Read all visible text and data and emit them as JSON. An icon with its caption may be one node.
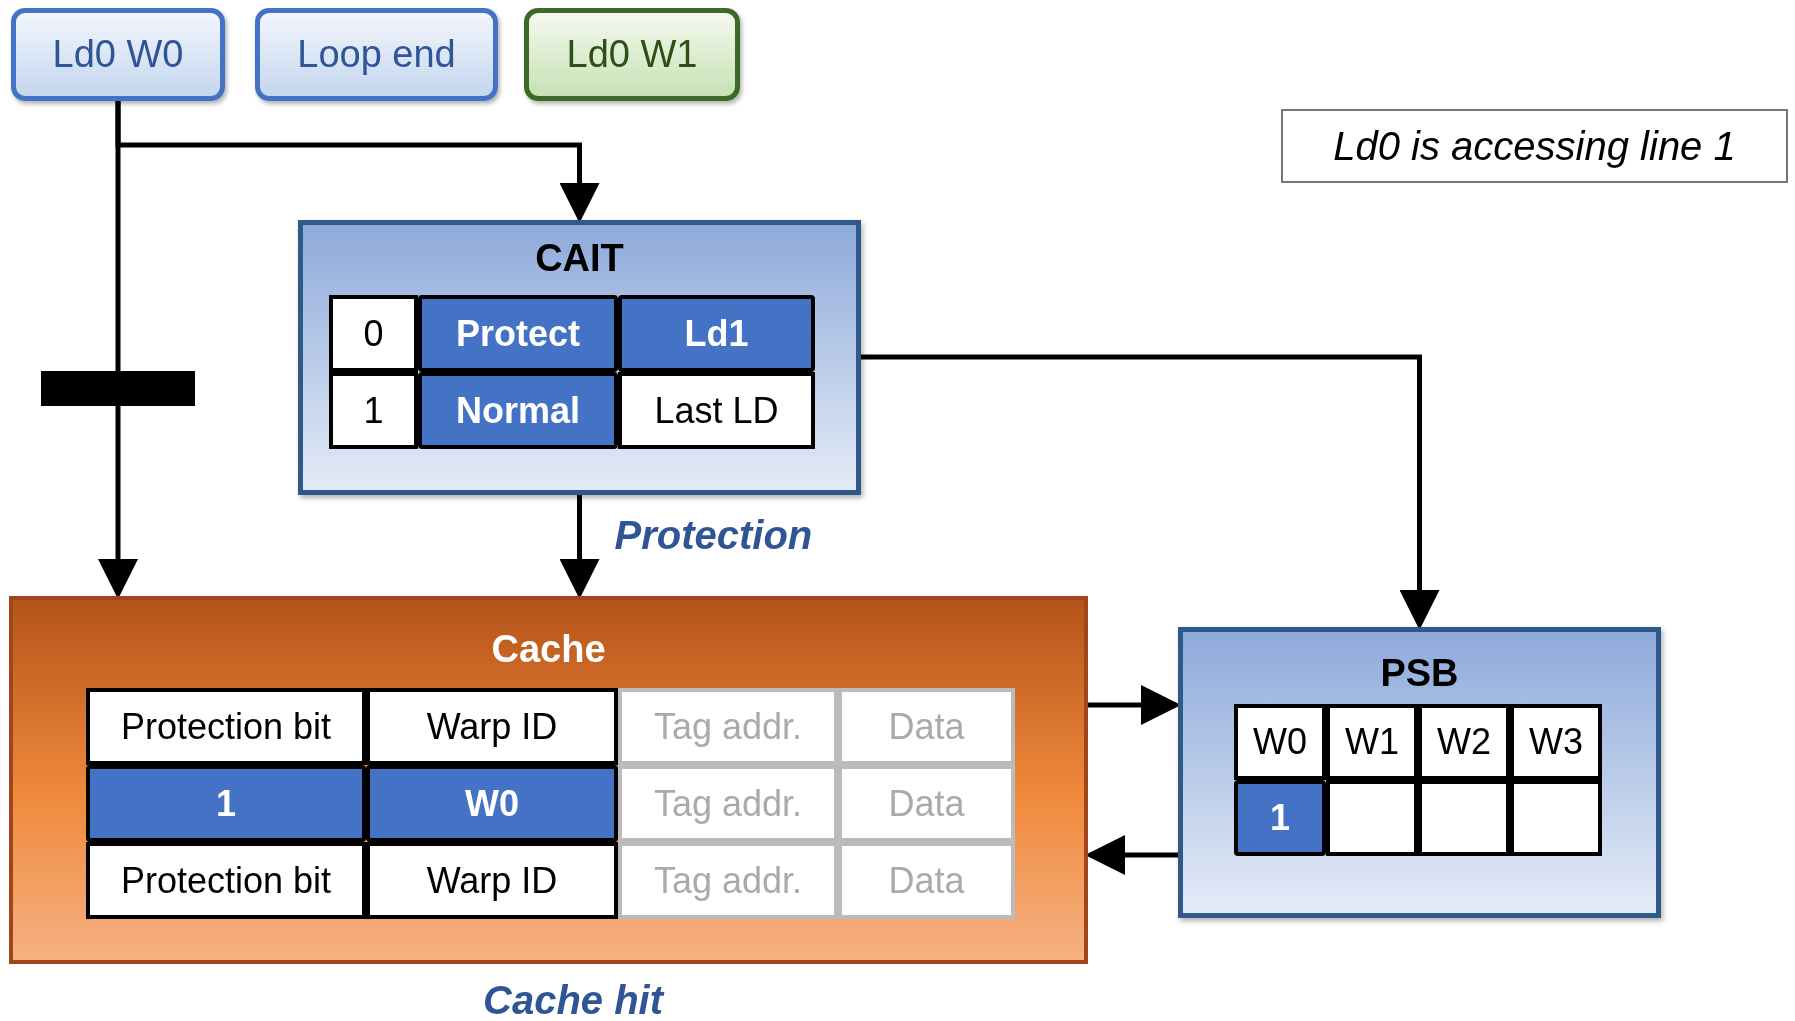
{
  "diagram": {
    "nodes": [
      {
        "text": [
          "Ld0 W0"
        ]
      },
      {
        "text": [
          "Loop end"
        ]
      },
      {
        "text": [
          "Ld0 W1"
        ]
      },
      {
        "text": [
          "Ld0 is accessing line 1"
        ]
      },
      {
        "text": [
          "CAIT"
        ]
      },
      {
        "text": [
          "0"
        ],
        "in": 4
      },
      {
        "text": [
          "Protect"
        ],
        "in": 4
      },
      {
        "text": [
          "Ld1"
        ],
        "in": 4
      },
      {
        "text": [
          "1"
        ],
        "in": 4
      },
      {
        "text": [
          "Normal"
        ],
        "in": 4
      },
      {
        "text": [
          "Last LD"
        ],
        "in": 4
      },
      {
        "text": [
          "Cache"
        ],
        "beside": [
          "Cache hit"
        ]
      },
      {
        "text": [
          "Protection bit"
        ],
        "in": 11
      },
      {
        "text": [
          "Warp ID"
        ],
        "in": 11
      },
      {
        "text": [
          "Tag addr."
        ],
        "in": 11
      },
      {
        "text": [
          "Data"
        ],
        "in": 11
      },
      {
        "text": [
          "1"
        ],
        "in": 11
      },
      {
        "text": [
          "W0"
        ],
        "in": 11
      },
      {
        "text": [
          "Tag addr."
        ],
        "in": 11
      },
      {
        "text": [
          "Data"
        ],
        "in": 11
      },
      {
        "text": [
          "Protection bit"
        ],
        "in": 11
      },
      {
        "text": [
          "Warp ID"
        ],
        "in": 11
      },
      {
        "text": [
          "Tag addr."
        ],
        "in": 11
      },
      {
        "text": [
          "Data"
        ],
        "in": 11
      },
      {
        "text": [
          "PSB"
        ]
      },
      {
        "text": [
          "W0"
        ],
        "in": 24
      },
      {
        "text": [
          "W1"
        ],
        "in": 24
      },
      {
        "text": [
          "W2"
        ],
        "in": 24
      },
      {
        "text": [
          "W3"
        ],
        "in": 24
      },
      {
        "text": [
          "1"
        ],
        "in": 24
      },
      {
        "text": [],
        "shape": "box",
        "in": 24
      },
      {
        "text": [],
        "shape": "box",
        "in": 24
      },
      {
        "text": [],
        "shape": "box",
        "in": 24
      },
      {
        "text": [],
        "shape": "bar"
      }
    ],
    "edges": [
      {
        "from": 0,
        "to": 4,
        "arrow": "to"
      },
      {
        "from": 0,
        "to": 33,
        "arrow": "none"
      },
      {
        "from": 33,
        "to": 11,
        "arrow": "to"
      },
      {
        "from": 4,
        "to": 11,
        "arrow": "to",
        "label": "Protection"
      },
      {
        "from": 4,
        "to": 24,
        "arrow": "to"
      },
      {
        "from": 11,
        "to": 24,
        "arrow": "to"
      },
      {
        "from": 24,
        "to": 11,
        "arrow": "to"
      }
    ]
  }
}
